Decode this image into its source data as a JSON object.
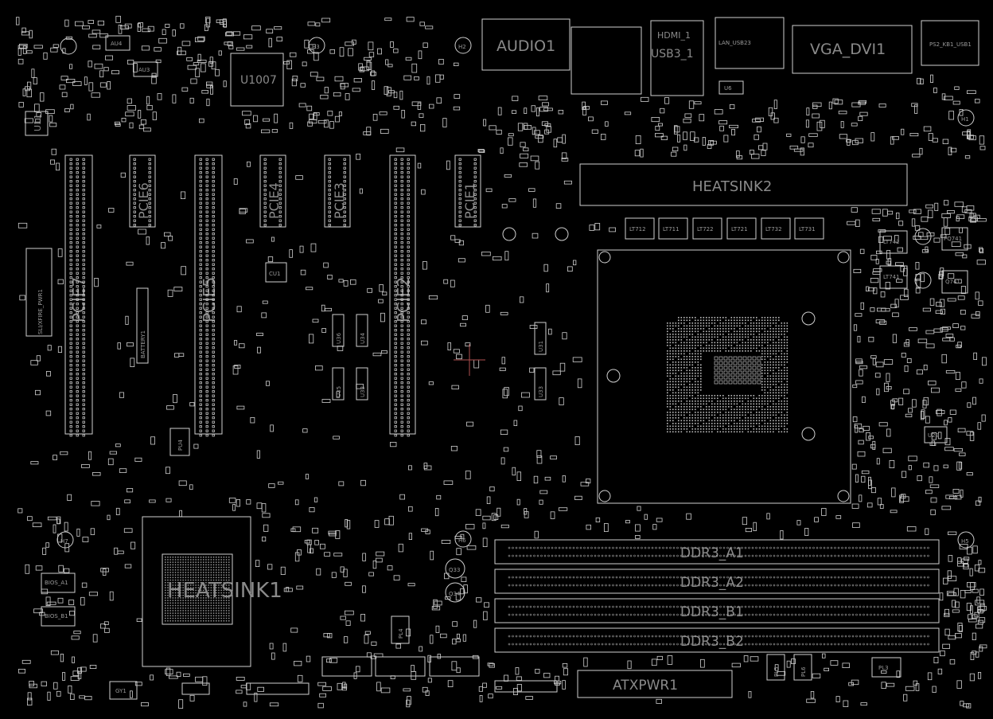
{
  "colors": {
    "background": "#000000",
    "outline": "#cfcfcf",
    "label": "#8a8a8a",
    "cursor": "#b05050"
  },
  "labels": {
    "u1007": "U1007",
    "pcie7": "PCIE7",
    "pcie6": "PCIE6",
    "pcie5": "PCIE5",
    "pcie4": "PCIE4",
    "pcie3": "PCIE3",
    "pcie2": "PCIE2",
    "pcie1": "PCIE1",
    "audio1": "AUDIO1",
    "vga_dvi1": "VGA_DVI1",
    "hdmi": "HDMI_1",
    "usb3": "USB3_1",
    "lan": "LAN_USB23",
    "heatsink2": "HEATSINK2",
    "heatsink1": "HEATSINK1",
    "atxpwr1": "ATXPWR1",
    "ddr3_a1": "DDR3_A1",
    "ddr3_a2": "DDR3_A2",
    "ddr3_b1": "DDR3_B1",
    "ddr3_b2": "DDR3_B2",
    "sli": "SLI/XFIRE_PWR1",
    "battery": "BATTERY1",
    "u11": "U11",
    "u6": "U6",
    "u29": "U29",
    "cu1": "CU1",
    "pu4": "PU4",
    "gy1": "GY1",
    "au4": "AU4",
    "au3": "AU3",
    "h1": "H1",
    "h2": "H2",
    "h3": "H3",
    "h5": "H5",
    "h6": "H6",
    "h7": "H7",
    "u31": "U31",
    "u32": "U32",
    "u33": "U33",
    "u34": "U34",
    "u35": "U35",
    "u36": "U36",
    "q33": "Q33",
    "q34": "Q34",
    "bios_a1": "BIOS_A1",
    "bios_b1": "BIOS_B1",
    "lt712": "LT712",
    "lt711": "LT711",
    "lt722": "LT722",
    "lt721": "LT721",
    "lt732": "LT732",
    "lt731": "LT731",
    "lt742": "LT742",
    "lt741": "LT741",
    "pl3": "PL3",
    "pl4": "PL4",
    "pl5": "PL5",
    "pl6": "PL6",
    "q741": "Q741",
    "pq741": "PQ741",
    "ps2": "PS2_KB1_USB1"
  }
}
